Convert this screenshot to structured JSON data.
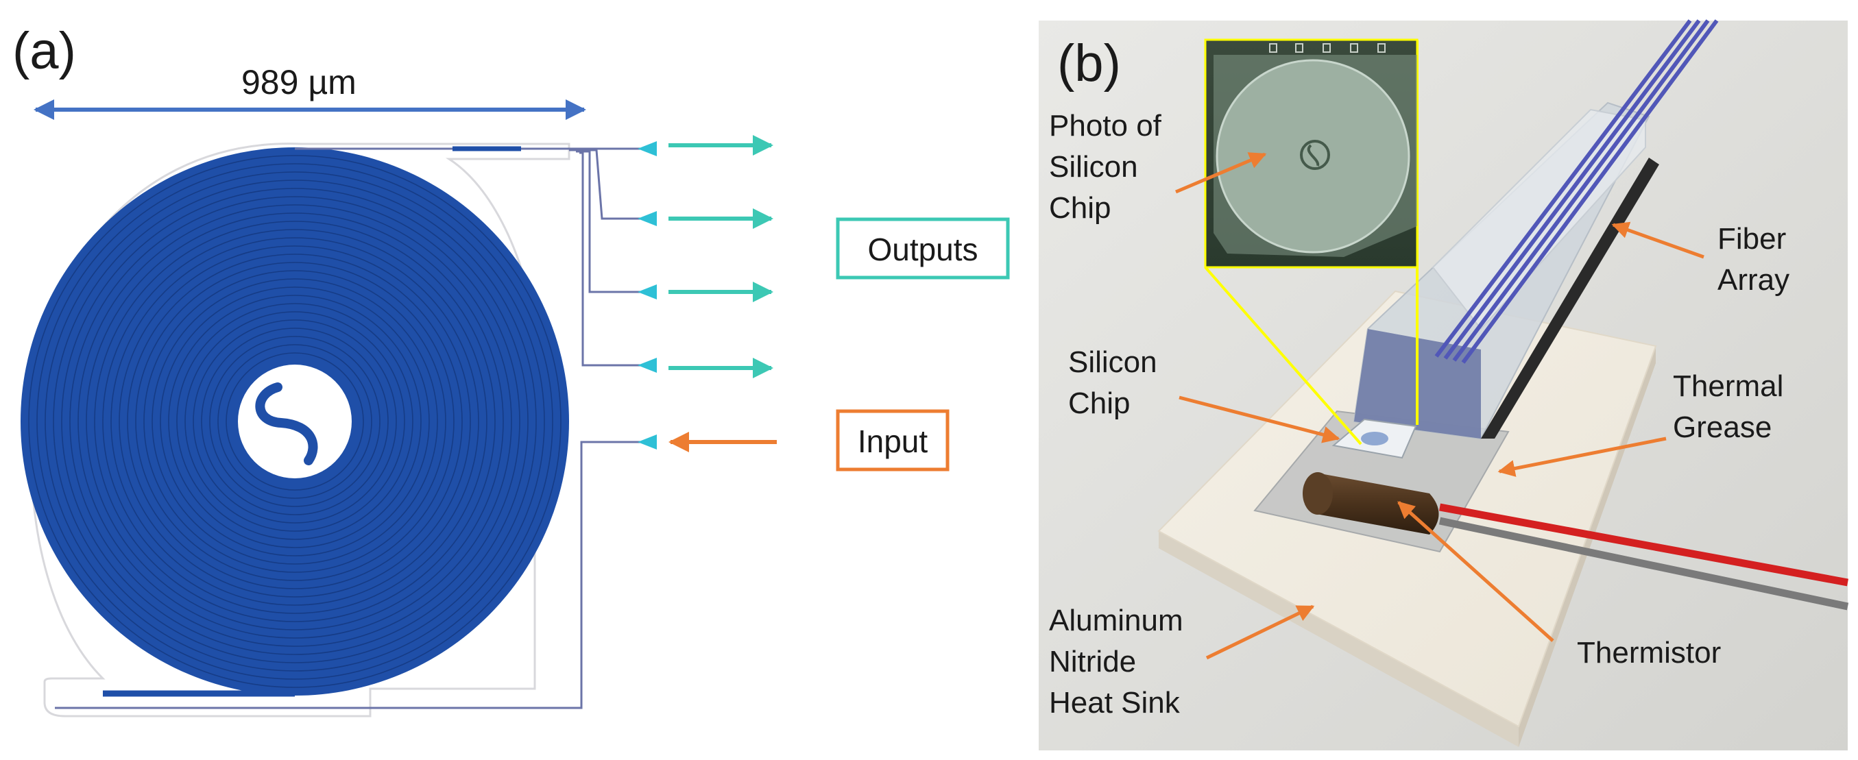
{
  "panel_a": {
    "label": "(a)",
    "dimension": "989 µm",
    "outputs_label": "Outputs",
    "input_label": "Input"
  },
  "panel_b": {
    "label": "(b)",
    "callouts": {
      "photo_l1": "Photo of",
      "photo_l2": "Silicon",
      "photo_l3": "Chip",
      "chip_l1": "Silicon",
      "chip_l2": "Chip",
      "fiber_l1": "Fiber",
      "fiber_l2": "Array",
      "grease_l1": "Thermal",
      "grease_l2": "Grease",
      "thermistor": "Thermistor",
      "sink_l1": "Aluminum",
      "sink_l2": "Nitride",
      "sink_l3": "Heat Sink"
    }
  },
  "colors": {
    "spiral_blue": "#1f4fa8",
    "dimension_arrow": "#4472c4",
    "output_arrow": "#3cc8b4",
    "input_arrow": "#ed7d31",
    "callout_arrow": "#ed7d31",
    "inset_lines": "#ffff00"
  }
}
